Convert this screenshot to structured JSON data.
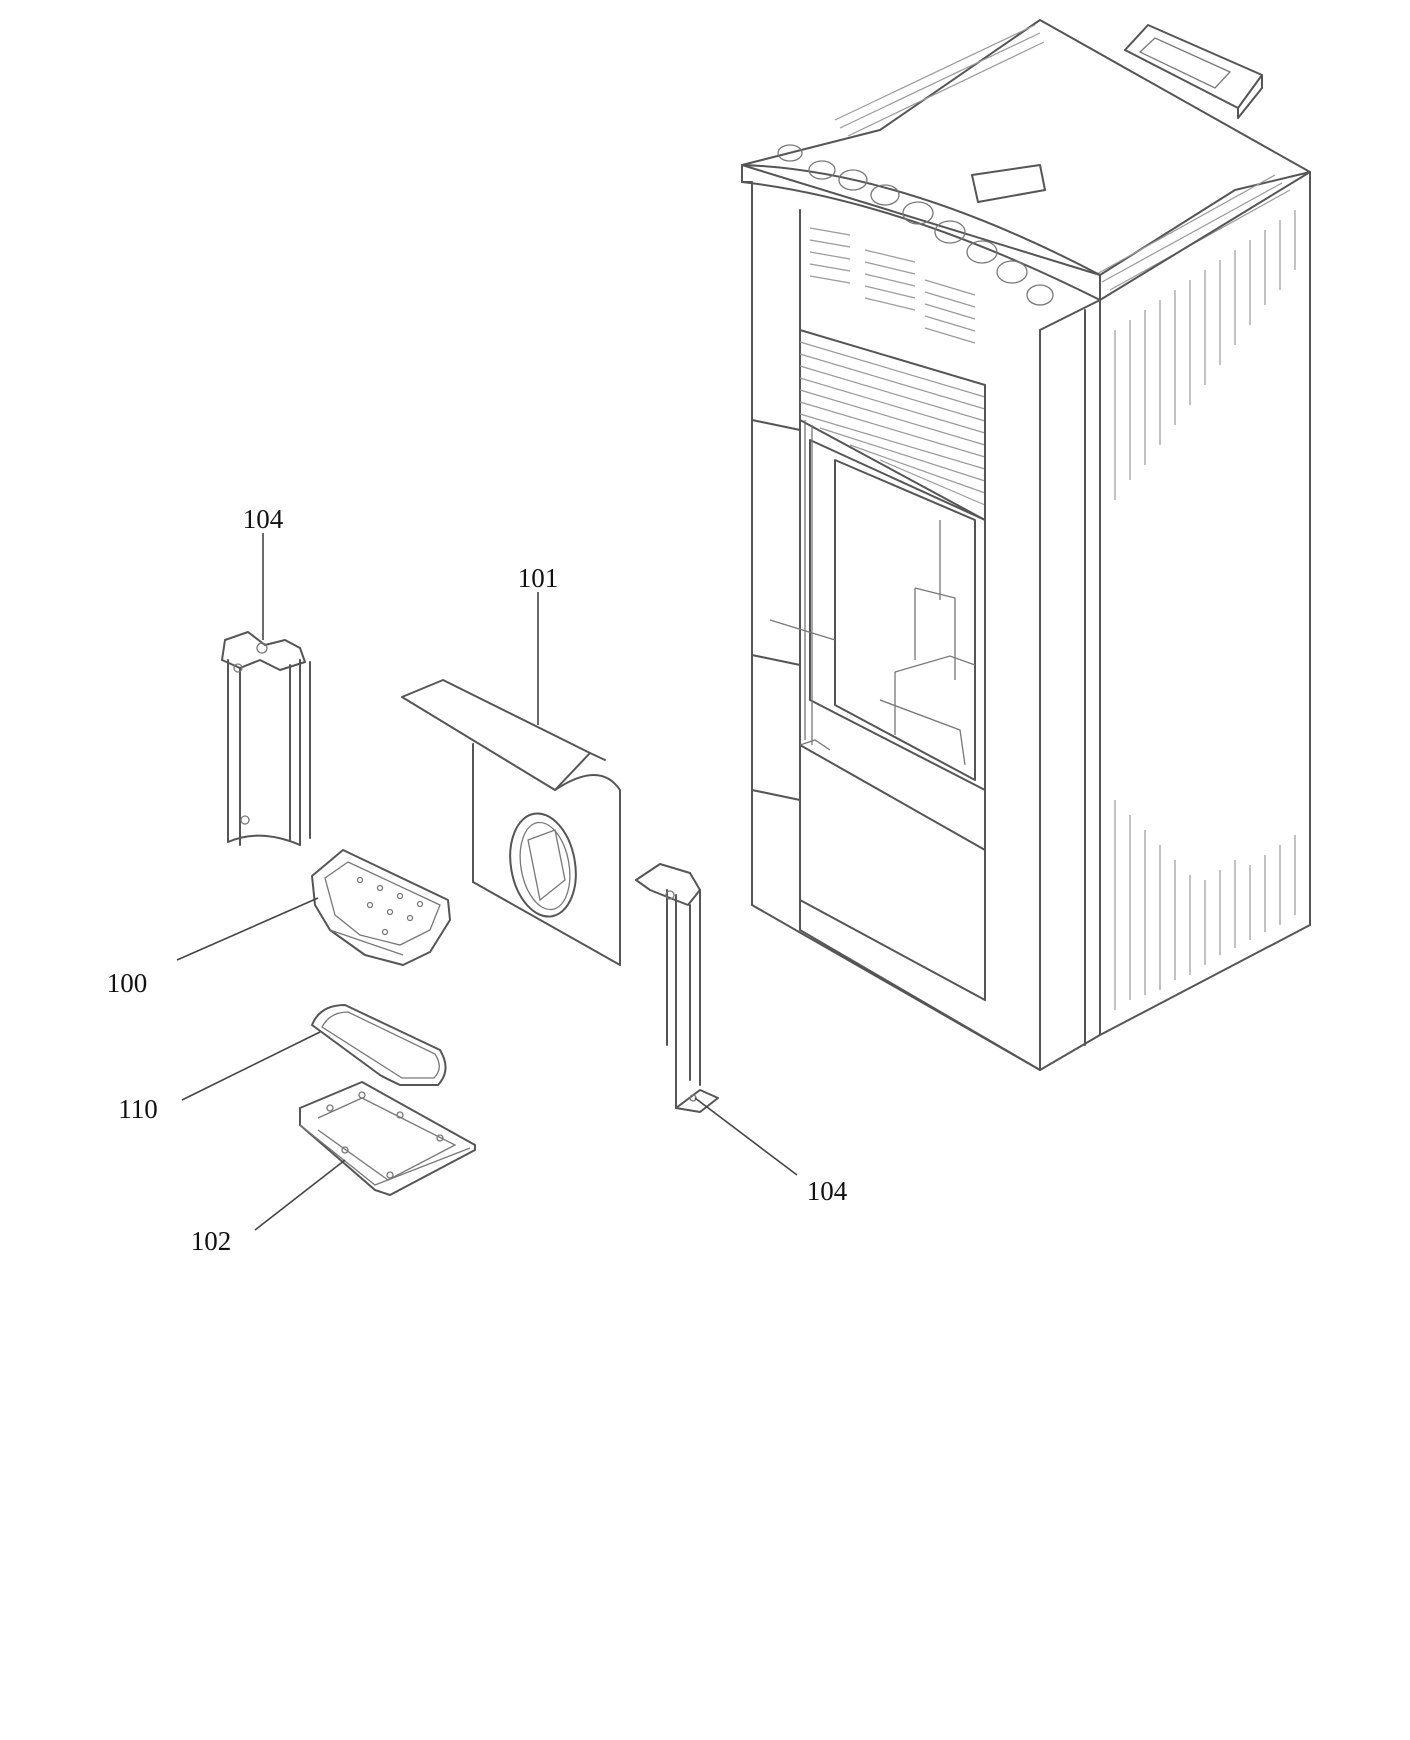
{
  "callouts": [
    {
      "id": "104-top",
      "label": "104"
    },
    {
      "id": "101",
      "label": "101"
    },
    {
      "id": "100",
      "label": "100"
    },
    {
      "id": "110",
      "label": "110"
    },
    {
      "id": "102",
      "label": "102"
    },
    {
      "id": "104-bottom",
      "label": "104"
    }
  ],
  "colors": {
    "line": "#555555",
    "text": "#111111",
    "background": "#ffffff"
  }
}
